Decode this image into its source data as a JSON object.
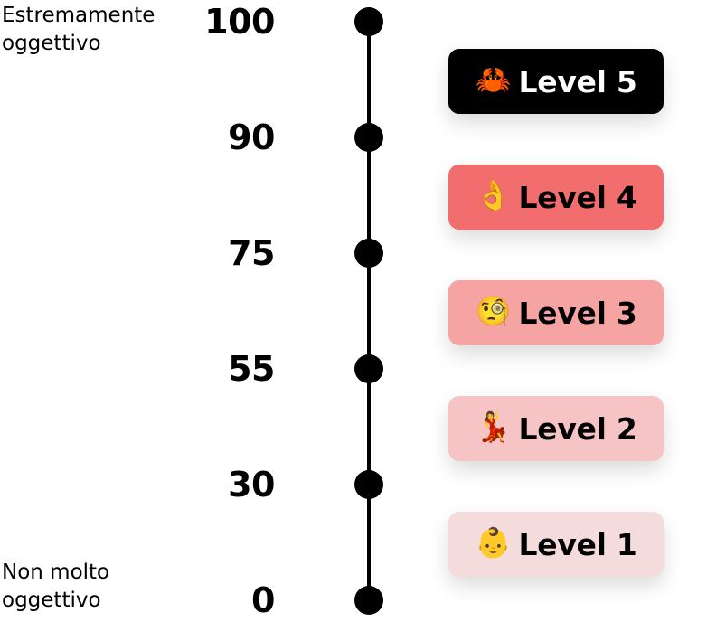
{
  "scale": {
    "top_label": "Estremamente\noggettivo",
    "bottom_label": "Non molto\noggettivo",
    "ticks": [
      "100",
      "90",
      "75",
      "55",
      "30",
      "0"
    ]
  },
  "levels": [
    {
      "label": "Level 5",
      "emoji": "🦀",
      "emoji_icon": "crab-icon",
      "color": "#000000",
      "text_color": "#ffffff"
    },
    {
      "label": "Level 4",
      "emoji": "👌",
      "emoji_icon": "ok-hand-icon",
      "color": "#f26d6d",
      "text_color": "#000000"
    },
    {
      "label": "Level 3",
      "emoji": "🧐",
      "emoji_icon": "monocle-face-icon",
      "color": "#f5a3a3",
      "text_color": "#000000"
    },
    {
      "label": "Level 2",
      "emoji": "💃",
      "emoji_icon": "dancer-icon",
      "color": "#f6c4c4",
      "text_color": "#000000"
    },
    {
      "label": "Level 1",
      "emoji": "👶",
      "emoji_icon": "baby-icon",
      "color": "#f5dcdc",
      "text_color": "#000000"
    }
  ]
}
